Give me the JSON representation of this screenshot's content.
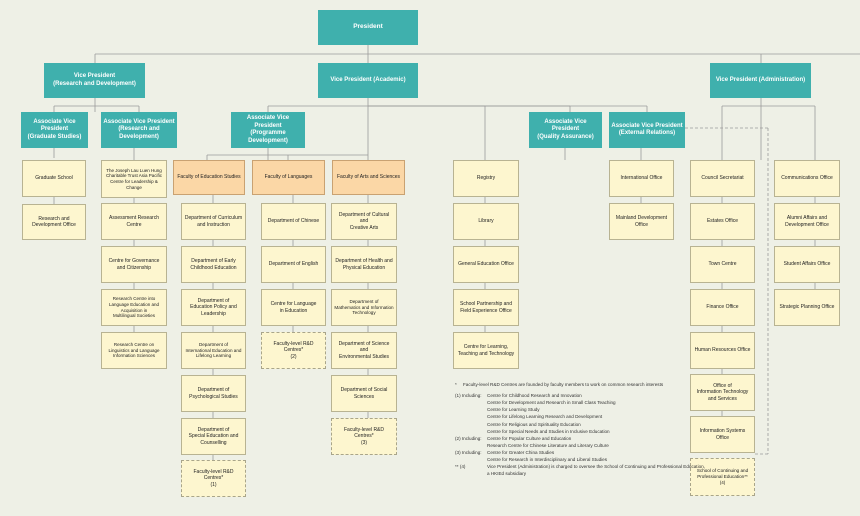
{
  "president": "President",
  "vps": {
    "research": "Vice President\n(Research and Development)",
    "academic": "Vice President (Academic)",
    "admin": "Vice President (Administration)"
  },
  "avps": {
    "graduate": "Associate Vice President\n(Graduate Studies)",
    "research": "Associate Vice President\n(Research and\nDevelopment)",
    "programme": "Associate Vice President\n(Programme Development)",
    "quality": "Associate Vice President\n(Quality Assurance)",
    "external": "Associate Vice President\n(External Relations)"
  },
  "graduate_units": [
    "Graduate School",
    "Research and\nDevelopment Office"
  ],
  "research_units": [
    "The Joseph Lau Luen Hung\nCharitable Trust Asia Pacific\nCentre for Leadership & Change",
    "Assessment Research Centre",
    "Centre for Governance\nand Citizenship",
    "Research Centre into\nLanguage Education and\nAcquisition in\nMultilingual Societies",
    "Research Centre on\nLinguistics and Language\nInformation Sciences"
  ],
  "faculties": {
    "education": {
      "name": "Faculty of Education Studies",
      "units": [
        "Department of Curriculum\nand Instruction",
        "Department of Early\nChildhood Education",
        "Department of\nEducation Policy and\nLeadership",
        "Department of\nInternational Education and\nLifelong Learning",
        "Department of\nPsychological Studies",
        "Department of\nSpecial Education and\nCounselling"
      ],
      "rd": "Faculty-level R&D Centres*\n(1)"
    },
    "languages": {
      "name": "Faculty of Languages",
      "units": [
        "Department of Chinese",
        "Department of English",
        "Centre for Language\nin Education"
      ],
      "rd": "Faculty-level R&D Centres*\n(2)"
    },
    "arts": {
      "name": "Faculty of Arts and Sciences",
      "units": [
        "Department of Cultural and\nCreative Arts",
        "Department of Health and\nPhysical Education",
        "Department of\nMathematics and Information\nTechnology",
        "Department of Science and\nEnvironmental Studies",
        "Department of Social Sciences"
      ],
      "rd": "Faculty-level R&D Centres*\n(3)"
    }
  },
  "academic_units": [
    "Registry",
    "Library",
    "General Education Office",
    "School Partnership and\nField Experience Office",
    "Centre for Learning,\nTeaching and Technology"
  ],
  "external_units": [
    "International Office",
    "Mainland Development Office"
  ],
  "admin_units_a": [
    "Council Secretariat",
    "Estates Office",
    "Town Centre",
    "Finance Office",
    "Human Resources Office",
    "Office of\nInformation Technology\nand Services",
    "Information Systems Office"
  ],
  "admin_sce": "School of Continuing and\nProfessional Education**\n(4)",
  "admin_units_b": [
    "Communications Office",
    "Alumni Affairs and\nDevelopment Office",
    "Student Affairs Office",
    "Strategic Planning Office"
  ],
  "notes": {
    "star": "*",
    "star_text": "Faculty-level R&D Centres are founded by faculty members to work on common research interests",
    "n1_key": "(1)  Including:",
    "n1": [
      "Centre for Childhood Research and Innovation",
      "Centre for Development and Research in Small Class Teaching",
      "Centre for Learning Study",
      "Centre for Lifelong Learning Research and Development",
      "Centre for Religious and Spirituality Education",
      "Centre for Special Needs and Studies in Inclusive Education"
    ],
    "n2_key": "(2)  Including:",
    "n2": [
      "Centre for Popular Culture and Education",
      "Research Centre for Chinese Literature and Literary Culture"
    ],
    "n3_key": "(3)  Including:",
    "n3": [
      "Centre for Greater China Studies",
      "Centre for Research in Interdisciplinary and Liberal Studies"
    ],
    "n4_key": "** (4)",
    "n4": [
      "Vice President (Administration) is charged to oversee the School of Continuing and Professional Education,",
      "a HKIEd subsidiary"
    ]
  },
  "colors": {
    "teal": "#3fb0ad",
    "cream": "#fdf6cf",
    "peach": "#fbd7a6",
    "background": "#eef0e6",
    "line": "#9a9a9a"
  }
}
